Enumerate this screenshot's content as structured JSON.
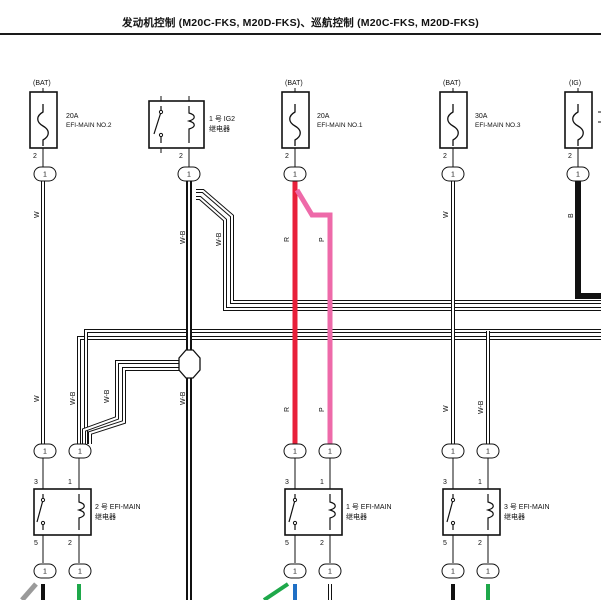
{
  "header": {
    "title": "发动机控制 (M20C-FKS, M20D-FKS)、巡航控制 (M20C-FKS, M20D-FKS)"
  },
  "components": {
    "fuse_efi_no2": {
      "source": "(BAT)",
      "rating": "20A",
      "name": "EFI-MAIN NO.2",
      "pin": "2"
    },
    "relay_ig2": {
      "name": "1 号 IG2",
      "name2": "继电器",
      "pin": "2"
    },
    "fuse_efi_no1": {
      "source": "(BAT)",
      "rating": "20A",
      "name": "EFI-MAIN NO.1",
      "pin": "2"
    },
    "fuse_efi_no3": {
      "source": "(BAT)",
      "rating": "30A",
      "name": "EFI-MAIN NO.3",
      "pin": "2"
    },
    "fuse_ig": {
      "source": "(IG)",
      "pin": "2"
    },
    "relay_efi2": {
      "name": "2 号 EFI-MAIN",
      "name2": "继电器",
      "pin_tl": "3",
      "pin_tr": "1",
      "pin_bl": "5",
      "pin_br": "2"
    },
    "relay_efi1": {
      "name": "1 号 EFI-MAIN",
      "name2": "继电器",
      "pin_tl": "3",
      "pin_tr": "1",
      "pin_bl": "5",
      "pin_br": "2"
    },
    "relay_efi3": {
      "name": "3 号 EFI-MAIN",
      "name2": "继电器",
      "pin_tl": "3",
      "pin_tr": "1",
      "pin_bl": "5",
      "pin_br": "2"
    }
  },
  "connector_label": "1",
  "wire_labels": {
    "w_efi2_top": "W",
    "wb_ig2": "W-B",
    "wb_ig2_branch": "W-B",
    "r_top": "R",
    "p_top": "P",
    "w_efi3_top": "W",
    "b_ig": "B",
    "w_efi2_low": "W",
    "wb_efi2_a": "W-B",
    "wb_efi2_b": "W-B",
    "wb_ig2_low": "W-B",
    "r_low": "R",
    "p_low": "P",
    "w_efi3_low": "W",
    "wb_efi3_low": "W-B"
  },
  "colors": {
    "red_wire": "#e8203a",
    "pink_wire": "#ee6aa9",
    "black_wire": "#111111",
    "green_wire": "#1ea84a",
    "blue_wire": "#1f6fc5",
    "gray_wire": "#9a9a9a"
  }
}
